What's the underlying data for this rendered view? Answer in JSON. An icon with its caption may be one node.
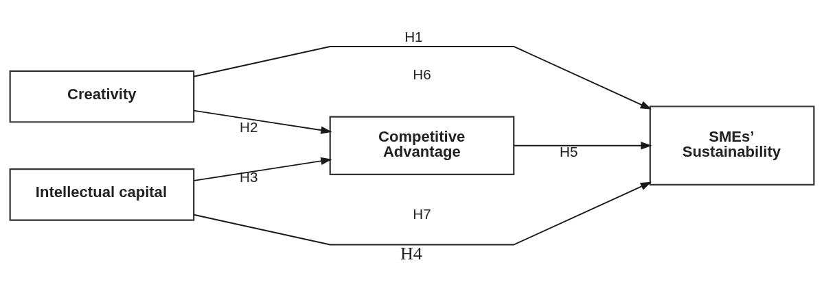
{
  "diagram": {
    "nodes": [
      {
        "text": [
          "Creativity"
        ]
      },
      {
        "text": [
          "Competitive Advantage"
        ]
      },
      {
        "text": [
          "SMEs’ Sustainability"
        ]
      },
      {
        "text": [
          "Intellectual capital"
        ]
      }
    ],
    "edges": [
      {
        "from": 0,
        "to": 2,
        "arrow": "to",
        "label": "H1"
      },
      {
        "from": 0,
        "to": 1,
        "arrow": "to",
        "label": "H2"
      },
      {
        "from": 3,
        "to": 1,
        "arrow": "to",
        "label": "H3"
      },
      {
        "from": 3,
        "to": 2,
        "arrow": "to",
        "label": "H4"
      },
      {
        "from": 1,
        "to": 2,
        "arrow": "to",
        "label": "H5"
      }
    ],
    "labels": [
      "H6",
      "H7"
    ]
  }
}
